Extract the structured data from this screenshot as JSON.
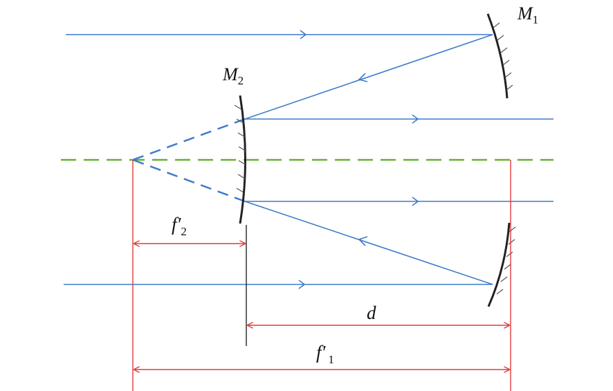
{
  "labels": {
    "m1": {
      "main": "M",
      "sub": "1"
    },
    "m2": {
      "main": "M",
      "sub": "2"
    },
    "f2": {
      "main": "f′",
      "sub": "2"
    },
    "d": {
      "main": "d"
    },
    "f1": {
      "main": "f′",
      "sub": "1"
    }
  },
  "colors": {
    "ray": "#3d7cc9",
    "axis": "#66b032",
    "dimension": "#e03a3a",
    "mirror": "#222222"
  }
}
